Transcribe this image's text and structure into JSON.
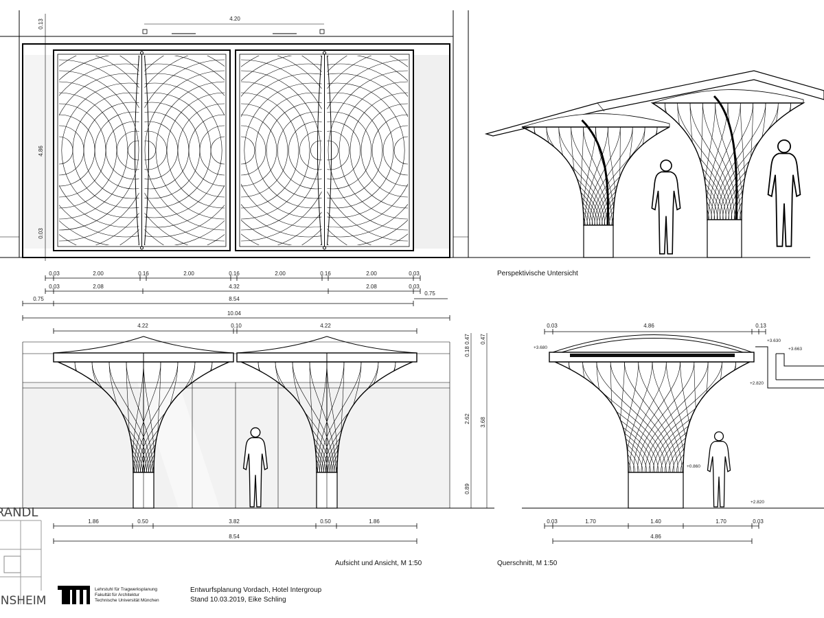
{
  "plan": {
    "top_dim": "4.20",
    "vertical_dims": [
      "0.13",
      "4.86",
      "0.03"
    ],
    "row1": [
      "0.03",
      "2.00",
      "0.16",
      "2.00",
      "0.16",
      "2.00",
      "0.16",
      "2.00",
      "0.03"
    ],
    "row2": [
      "0.03",
      "2.08",
      "4.32",
      "2.08",
      "0.03",
      "0.75"
    ],
    "row3": [
      "0.75",
      "8.54"
    ],
    "row4": [
      "10.04"
    ],
    "row5": [
      "4.22",
      "0.10",
      "4.22"
    ]
  },
  "elevation": {
    "vertical_dims": [
      "0.18",
      "0.47",
      "0.47",
      "2.62",
      "3.68",
      "0.89"
    ],
    "bottom_row": [
      "1.86",
      "0.50",
      "3.82",
      "0.50",
      "1.86"
    ],
    "total": "8.54",
    "title": "Aufsicht und Ansicht, M 1:50"
  },
  "perspective": {
    "title": "Perspektivische Untersicht"
  },
  "section": {
    "top_row": [
      "0.03",
      "4.86",
      "0.13"
    ],
    "levels": [
      "+3.680",
      "+3.630",
      "+3.663",
      "+2.820",
      "+0.860",
      "+2.820"
    ],
    "bottom_row": [
      "0.03",
      "1.70",
      "1.40",
      "1.70",
      "0.03"
    ],
    "total": "4.86",
    "title": "Querschnitt, M 1:50"
  },
  "footer": {
    "office_logo_top": "RANDL",
    "office_logo_bottom": "ENSHEIM",
    "tum_logo": "TUM",
    "tum_lines": [
      "Lehrstuhl für Tragwerksplanung",
      "Fakultät für Architektur",
      "Technische Universität München"
    ],
    "project_lines": [
      "Entwurfsplanung Vordach, Hotel Intergroup",
      "Stand 10.03.2019, Eike Schling"
    ]
  }
}
